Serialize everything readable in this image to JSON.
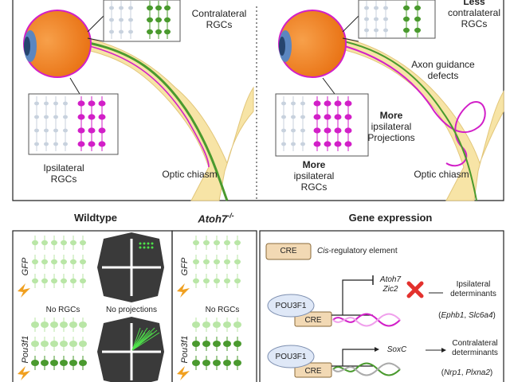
{
  "top_left": {
    "contralateral": "Contralateral\nRGCs",
    "ipsilateral": "Ipsilateral\nRGCs",
    "chiasm": "Optic chiasm"
  },
  "top_right": {
    "less_contra_word": "Less",
    "less_contra_rest": "contralateral\nRGCs",
    "axon_defects": "Axon guidance\ndefects",
    "more_proj_word": "More",
    "more_proj_rest": "ipsilateral\nProjections",
    "more_ipsi_word": "More",
    "more_ipsi_rest": "ipsilateral\nRGCs",
    "chiasm": "Optic chiasm"
  },
  "headers": {
    "wildtype": "Wildtype",
    "atoh7": "Atoh7",
    "atoh7_sup": "-/-",
    "gene_expression": "Gene expression"
  },
  "wildtype": {
    "row1_gene": "GFP",
    "row1_left": "No RGCs",
    "row1_right": "No projections",
    "row2_gene": "Pou3f1"
  },
  "atoh7_panel": {
    "row1_gene": "GFP",
    "row1_caption": "No RGCs",
    "row2_gene": "Pou3f1"
  },
  "gene_expression": {
    "cre": "CRE",
    "cre_desc_italic": "Cis",
    "cre_desc_rest": "-regulatory element",
    "pou3f1": "POU3F1",
    "atoh7": "Atoh7",
    "zic2": "Zic2",
    "ipsi_det": "Ipsilateral\ndeterminants",
    "ipsi_genes_a": "Ephb1",
    "ipsi_genes_b": "Slc6a4",
    "soxc": "SoxC",
    "contra_det": "Contralateral\ndeterminants",
    "contra_genes_a": "Nrp1",
    "contra_genes_b": "Plxna2"
  },
  "colors": {
    "green": "#4a9a2e",
    "magenta": "#d21fc8",
    "eye_orange": "#f0821e",
    "nerve_yellow": "#f7e4a6",
    "dark_retina": "#3a3a3a",
    "cre_box": "#f2d9b4",
    "pou_ellipse": "#dfe8f7",
    "red_x": "#e3312d"
  }
}
